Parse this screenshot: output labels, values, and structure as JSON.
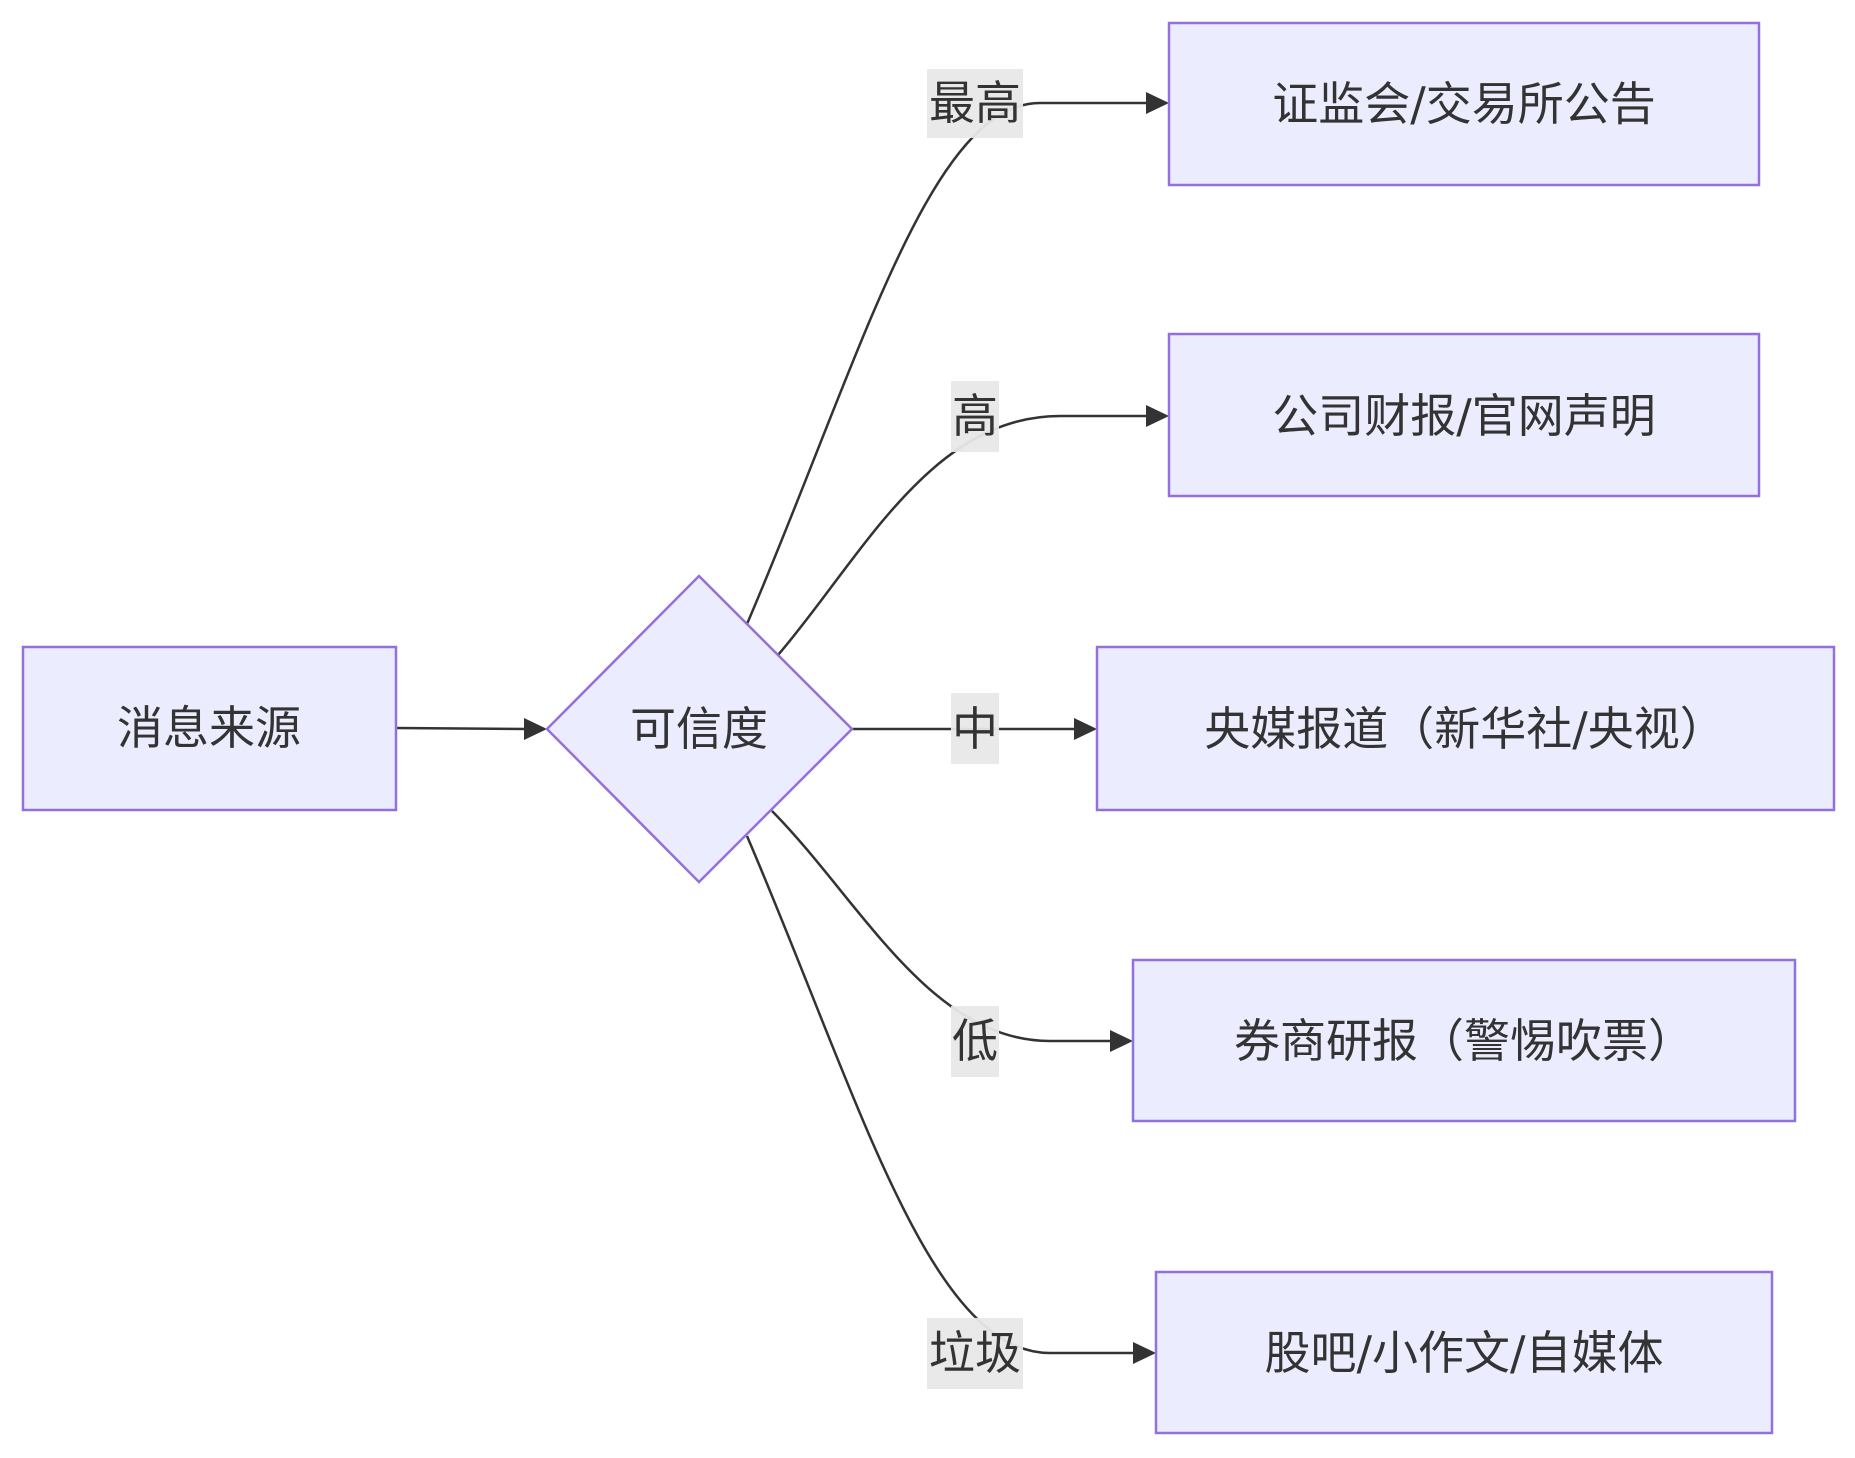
{
  "diagram": {
    "type": "flowchart",
    "direction": "LR",
    "colors": {
      "node_fill": "#ECECFF",
      "node_stroke": "#9370DB",
      "edge": "#333333",
      "label_bg": "#e8e8e8",
      "text": "#333333"
    },
    "nodes": {
      "source": {
        "label": "消息来源",
        "shape": "rect"
      },
      "credibility": {
        "label": "可信度",
        "shape": "diamond"
      },
      "csrc": {
        "label": "证监会/交易所公告",
        "shape": "rect"
      },
      "company": {
        "label": "公司财报/官网声明",
        "shape": "rect"
      },
      "state_media": {
        "label": "央媒报道（新华社/央视）",
        "shape": "rect"
      },
      "broker": {
        "label": "券商研报（警惕吹票）",
        "shape": "rect"
      },
      "forum": {
        "label": "股吧/小作文/自媒体",
        "shape": "rect"
      }
    },
    "edges": [
      {
        "from": "source",
        "to": "credibility",
        "label": ""
      },
      {
        "from": "credibility",
        "to": "csrc",
        "label": "最高"
      },
      {
        "from": "credibility",
        "to": "company",
        "label": "高"
      },
      {
        "from": "credibility",
        "to": "state_media",
        "label": "中"
      },
      {
        "from": "credibility",
        "to": "broker",
        "label": "低"
      },
      {
        "from": "credibility",
        "to": "forum",
        "label": "垃圾"
      }
    ]
  }
}
